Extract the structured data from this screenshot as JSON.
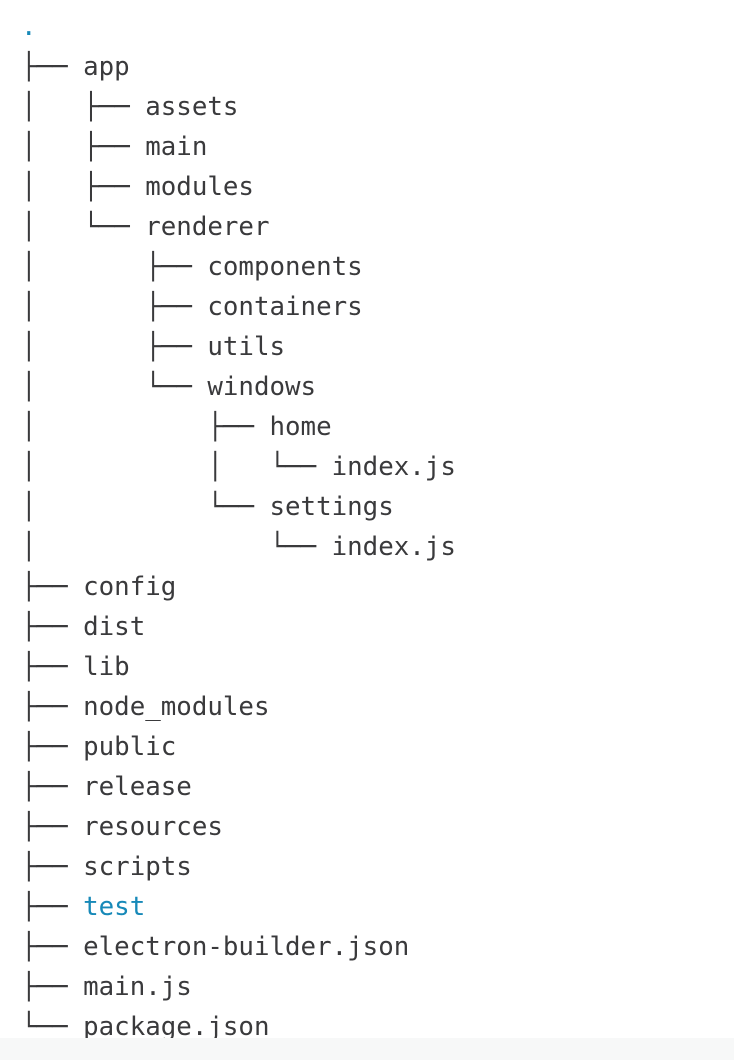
{
  "colors": {
    "background": "#ffffff",
    "text": "#3a3a3c",
    "link": "#1789b8",
    "footer_strip": "#f7f8f8"
  },
  "tree": {
    "root_label": ".",
    "lines": [
      {
        "prefix": "",
        "name": ".",
        "link": true
      },
      {
        "prefix": "├── ",
        "name": "app",
        "link": false
      },
      {
        "prefix": "│   ├── ",
        "name": "assets",
        "link": false
      },
      {
        "prefix": "│   ├── ",
        "name": "main",
        "link": false
      },
      {
        "prefix": "│   ├── ",
        "name": "modules",
        "link": false
      },
      {
        "prefix": "│   └── ",
        "name": "renderer",
        "link": false
      },
      {
        "prefix": "│       ├── ",
        "name": "components",
        "link": false
      },
      {
        "prefix": "│       ├── ",
        "name": "containers",
        "link": false
      },
      {
        "prefix": "│       ├── ",
        "name": "utils",
        "link": false
      },
      {
        "prefix": "│       └── ",
        "name": "windows",
        "link": false
      },
      {
        "prefix": "│           ├── ",
        "name": "home",
        "link": false
      },
      {
        "prefix": "│           │   └── ",
        "name": "index.js",
        "link": false
      },
      {
        "prefix": "│           └── ",
        "name": "settings",
        "link": false
      },
      {
        "prefix": "│               └── ",
        "name": "index.js",
        "link": false
      },
      {
        "prefix": "├── ",
        "name": "config",
        "link": false
      },
      {
        "prefix": "├── ",
        "name": "dist",
        "link": false
      },
      {
        "prefix": "├── ",
        "name": "lib",
        "link": false
      },
      {
        "prefix": "├── ",
        "name": "node_modules",
        "link": false
      },
      {
        "prefix": "├── ",
        "name": "public",
        "link": false
      },
      {
        "prefix": "├── ",
        "name": "release",
        "link": false
      },
      {
        "prefix": "├── ",
        "name": "resources",
        "link": false
      },
      {
        "prefix": "├── ",
        "name": "scripts",
        "link": false
      },
      {
        "prefix": "├── ",
        "name": "test",
        "link": true
      },
      {
        "prefix": "├── ",
        "name": "electron-builder.json",
        "link": false
      },
      {
        "prefix": "├── ",
        "name": "main.js",
        "link": false
      },
      {
        "prefix": "└── ",
        "name": "package.json",
        "link": false
      }
    ]
  }
}
